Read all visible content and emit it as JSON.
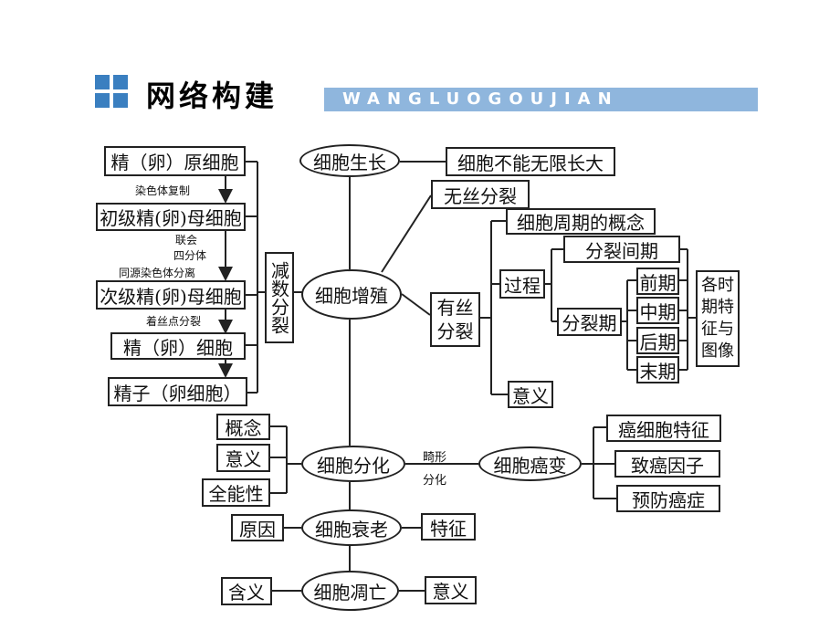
{
  "header": {
    "title": "网络构建",
    "subtitle": "WANGLUOGOUJIAN"
  },
  "meiosis": {
    "main": "减数分裂",
    "steps": [
      "精（卵）原细胞",
      "初级精(卵)母细胞",
      "次级精(卵)母细胞",
      "精（卵）细胞",
      "精子（卵细胞）"
    ],
    "label_replicate": "染色体复制",
    "label_synapsis": "联会",
    "label_tetrad": "四分体",
    "label_separate": "同源染色体分离",
    "label_centromere": "着丝点分裂"
  },
  "growth": {
    "oval": "细胞生长",
    "note": "细胞不能无限长大"
  },
  "proliferation": {
    "oval": "细胞增殖",
    "amitosis": "无丝分裂",
    "mitosis": "有丝分裂",
    "cycle_concept": "细胞周期的概念",
    "process": "过程",
    "interphase": "分裂间期",
    "division_phase": "分裂期",
    "phases": [
      "前期",
      "中期",
      "后期",
      "末期"
    ],
    "phase_features": "各时期特征与图像",
    "significance": "意义"
  },
  "differentiation": {
    "oval": "细胞分化",
    "items": [
      "概念",
      "意义",
      "全能性"
    ],
    "abnormal_label_1": "畸形",
    "abnormal_label_2": "分化",
    "cancer": "细胞癌变",
    "cancer_items": [
      "癌细胞特征",
      "致癌因子",
      "预防癌症"
    ]
  },
  "aging": {
    "oval": "细胞衰老",
    "left": "原因",
    "right": "特征"
  },
  "apoptosis": {
    "oval": "细胞凋亡",
    "left": "含义",
    "right": "意义"
  },
  "colors": {
    "header_blue": "#3a7fc0",
    "header_band": "#8fb6dd"
  }
}
